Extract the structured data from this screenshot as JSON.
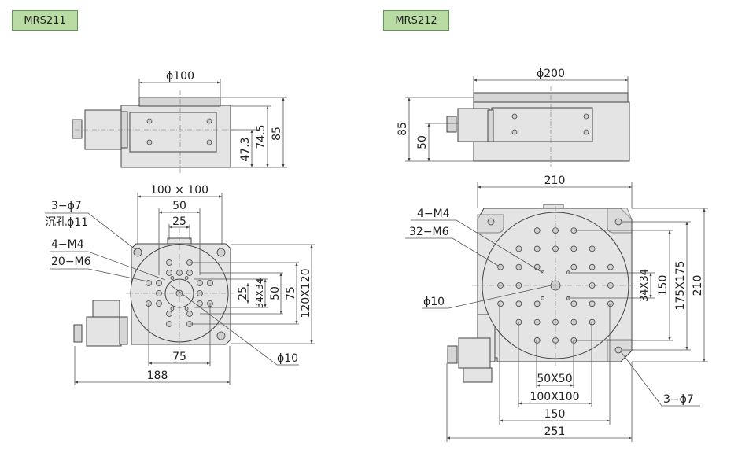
{
  "models": {
    "left": "MRS211",
    "right": "MRS212"
  },
  "mrs211": {
    "top_view": {
      "diameter": "ϕ100",
      "h1": "47.3",
      "h2": "74.5",
      "h3": "85"
    },
    "plan_view": {
      "pattern_outer": "100 × 100",
      "pattern_50": "50",
      "pattern_25": "25",
      "v_25": "25",
      "v_34": "34X34",
      "v_50": "50",
      "v_75": "75",
      "v_120": "120X120",
      "bottom_75": "75",
      "bottom_188": "188",
      "center_hole": "ϕ10",
      "leader_mount": "3−ϕ7",
      "leader_counterbore": "沉孔ϕ11",
      "leader_m4": "4−M4",
      "leader_m6": "20−M6"
    }
  },
  "mrs212": {
    "top_view": {
      "diameter": "ϕ200",
      "h1": "85",
      "h2": "50"
    },
    "plan_view": {
      "width": "210",
      "height": "210",
      "v_175": "175X175",
      "v_150": "150",
      "v_34": "34X34",
      "b_50": "50X50",
      "b_100": "100X100",
      "b_150": "150",
      "b_251": "251",
      "leader_m4": "4−M4",
      "leader_m6": "32−M6",
      "center_hole": "ϕ10",
      "leader_mount": "3−ϕ7"
    }
  }
}
